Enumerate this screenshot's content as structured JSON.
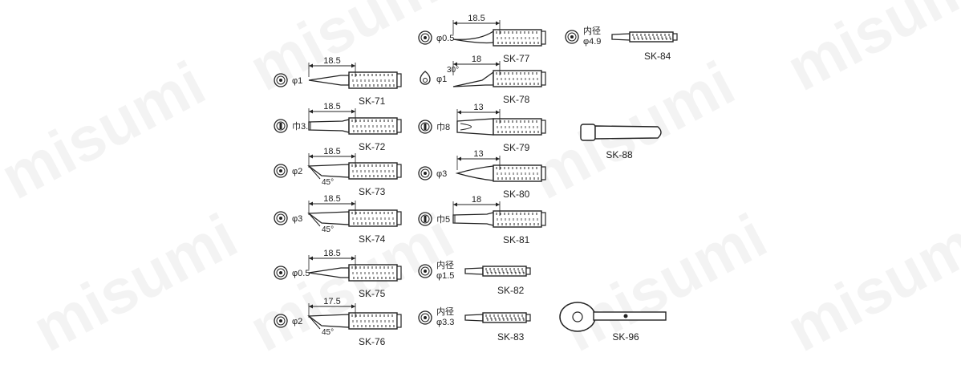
{
  "watermark": "misumi",
  "tips": [
    {
      "id": "SK-71",
      "diameter": "φ1",
      "dim": "18.5",
      "shape": "conical",
      "icon": "ring"
    },
    {
      "id": "SK-72",
      "diameter": "巾3.3",
      "dim": "18.5",
      "shape": "chisel",
      "icon": "ring-slot"
    },
    {
      "id": "SK-73",
      "diameter": "φ2",
      "dim": "18.5",
      "shape": "bevel",
      "angle": "45°",
      "icon": "ring"
    },
    {
      "id": "SK-74",
      "diameter": "φ3",
      "dim": "18.5",
      "shape": "bevel",
      "angle": "45°",
      "icon": "ring"
    },
    {
      "id": "SK-75",
      "diameter": "φ0.5",
      "dim": "18.5",
      "shape": "needle",
      "icon": "ring"
    },
    {
      "id": "SK-76",
      "diameter": "φ2",
      "dim": "17.5",
      "shape": "bevel-short",
      "angle": "45°",
      "icon": "ring"
    },
    {
      "id": "SK-77",
      "diameter": "φ0.5",
      "dim": "18.5",
      "shape": "bent",
      "icon": "ring"
    },
    {
      "id": "SK-78",
      "diameter": "φ1",
      "dim": "18",
      "angle": "30°",
      "shape": "angled",
      "icon": "drop"
    },
    {
      "id": "SK-79",
      "diameter": "巾8",
      "dim": "13",
      "shape": "wide-chisel",
      "icon": "ring-slot"
    },
    {
      "id": "SK-80",
      "diameter": "φ3",
      "dim": "13",
      "shape": "blade",
      "icon": "ring"
    },
    {
      "id": "SK-81",
      "diameter": "巾5",
      "dim": "18",
      "shape": "chisel",
      "icon": "ring-slot"
    },
    {
      "id": "SK-82",
      "diameter": "φ1.5",
      "prefix": "内径",
      "shape": "small",
      "icon": "ring"
    },
    {
      "id": "SK-83",
      "diameter": "φ3.3",
      "prefix": "内径",
      "shape": "small",
      "icon": "ring"
    },
    {
      "id": "SK-84",
      "diameter": "φ4.9",
      "prefix": "内径",
      "shape": "small",
      "icon": "ring"
    },
    {
      "id": "SK-88",
      "shape": "sleeve"
    },
    {
      "id": "SK-96",
      "shape": "pot"
    }
  ]
}
